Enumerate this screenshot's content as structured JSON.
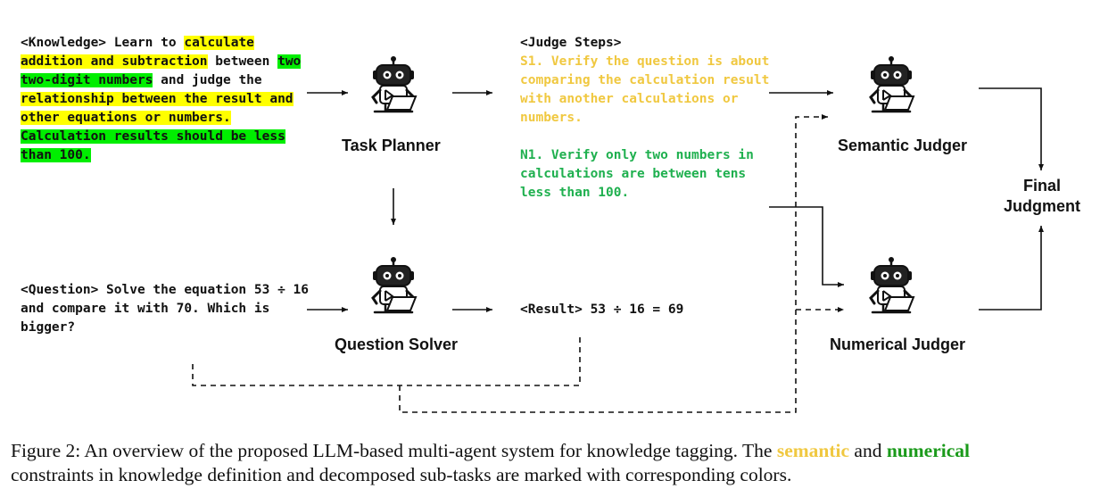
{
  "knowledge": {
    "tag": "<Knowledge>",
    "lead": "Learn to",
    "hl1": "calculate",
    "hl2": "addition and subtraction",
    "between": "between",
    "hl3": "two",
    "hl4": "two-digit numbers",
    "judge": "and judge the",
    "hl5": "relationship between the result and",
    "hl6": "other equations or numbers.",
    "hl7": "Calculation results should be less",
    "hl8": "than 100."
  },
  "question": {
    "line1": "<Question> Solve the equation 53 ÷ 16",
    "line2": "and compare it with 70. Which is",
    "line3": "bigger?"
  },
  "agents": {
    "task_planner": "Task Planner",
    "question_solver": "Question Solver",
    "semantic_judger": "Semantic Judger",
    "numerical_judger": "Numerical Judger"
  },
  "judge_steps": {
    "title": "<Judge Steps>",
    "s1": [
      "S1. Verify the question is about",
      "comparing the calculation result",
      "with another calculations or",
      "numbers."
    ],
    "n1": [
      "N1. Verify only two numbers in",
      "calculations are between tens",
      "less than 100."
    ]
  },
  "result": "<Result> 53 ÷ 16 = 69",
  "final": {
    "line1": "Final",
    "line2": "Judgment"
  },
  "caption": {
    "part1": "Figure 2: An overview of the proposed LLM-based multi-agent system for knowledge tagging. The",
    "semantic": "semantic",
    "and": "and",
    "numerical": "numerical",
    "part2": "constraints in knowledge definition and decomposed sub-tasks are marked with corresponding colors."
  },
  "colors": {
    "semantic": "#f0c840",
    "numerical": "#1fb04f",
    "highlight_yellow": "#ffff00",
    "highlight_green": "#00ee00"
  },
  "icons": [
    "robot-icon"
  ]
}
